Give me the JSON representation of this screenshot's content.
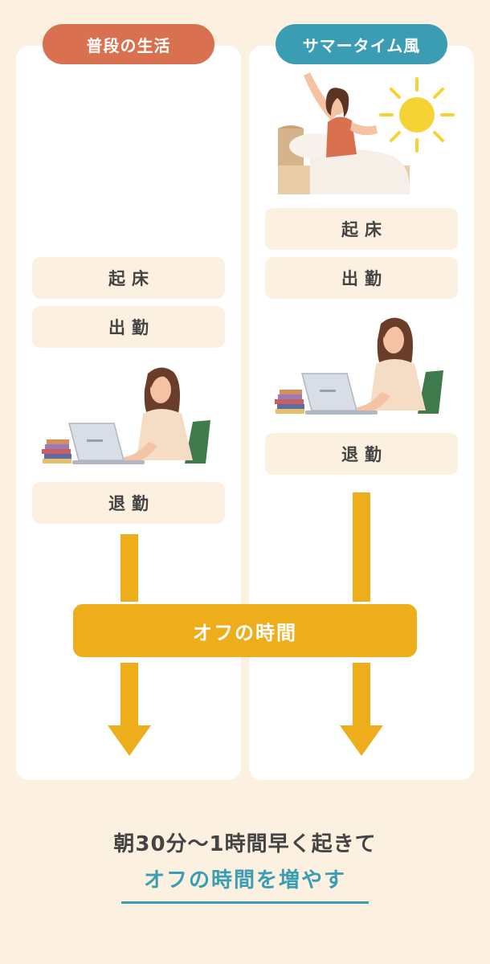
{
  "columns": {
    "left": {
      "header": "普段の生活",
      "header_color": "#d9704f",
      "steps": [
        "起床",
        "出勤",
        "退勤"
      ]
    },
    "right": {
      "header": "サマータイム風",
      "header_color": "#3a9db3",
      "steps": [
        "起床",
        "出勤",
        "退勤"
      ]
    }
  },
  "banner": {
    "label": "オフの時間",
    "color": "#eeae1c"
  },
  "caption": {
    "line1": "朝30分〜1時間早く起きて",
    "line2": "オフの時間を増やす",
    "highlight_color": "#3a9db3"
  },
  "illustrations": [
    "woman-waking-up",
    "sun-icon",
    "woman-at-laptop",
    "stacked-books"
  ]
}
